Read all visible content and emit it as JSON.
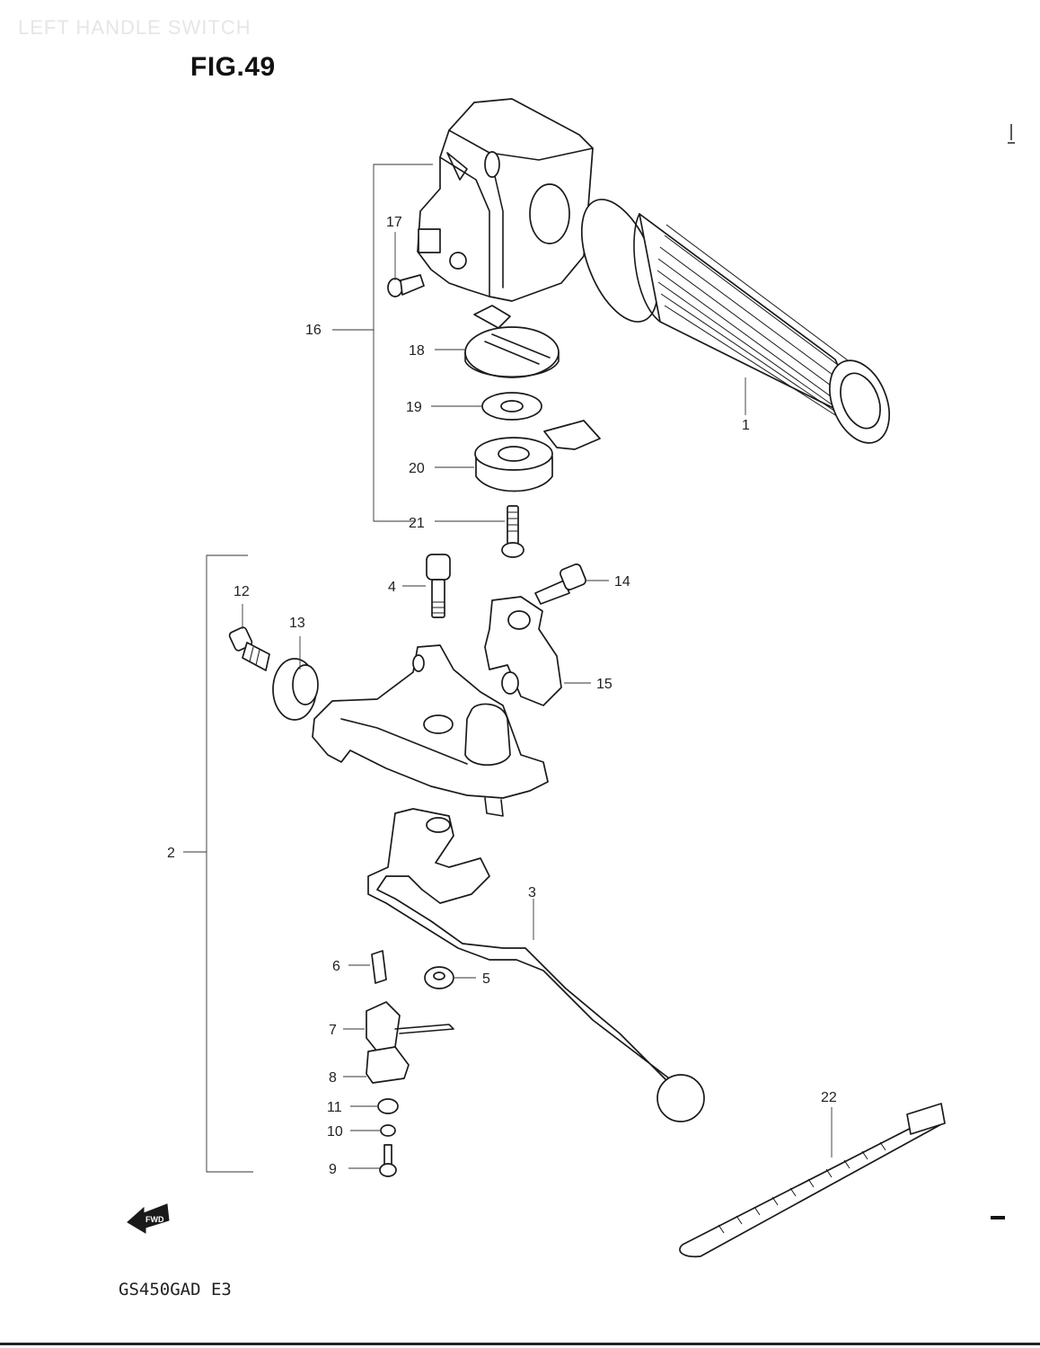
{
  "header": {
    "ghost_title": "LEFT HANDLE SWITCH",
    "fig_title": "FIG.49"
  },
  "footer": {
    "model_code": "GS450GAD E3",
    "fwd_label": "FWD"
  },
  "callouts": {
    "p1": "1",
    "p2": "2",
    "p3": "3",
    "p4": "4",
    "p5": "5",
    "p6": "6",
    "p7": "7",
    "p8": "8",
    "p9": "9",
    "p10": "10",
    "p11": "11",
    "p12": "12",
    "p13": "13",
    "p14": "14",
    "p15": "15",
    "p16": "16",
    "p17": "17",
    "p18": "18",
    "p19": "19",
    "p20": "20",
    "p21": "21",
    "p22": "22"
  },
  "colors": {
    "ink": "#1a1a1a",
    "paper": "#ffffff"
  }
}
